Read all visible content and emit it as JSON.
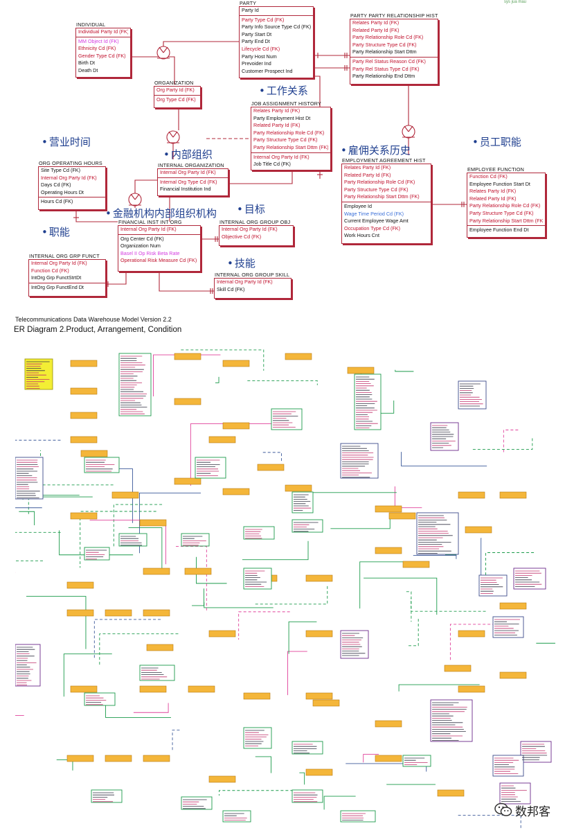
{
  "corner_note": "sys jua mau",
  "labels_cn": {
    "work_relation": "工作关系",
    "business_hours": "营业时间",
    "internal_org": "内部组织",
    "employment_history": "雇佣关系历史",
    "employee_function": "员工职能",
    "target": "目标",
    "fin_inst_org": "金融机构内部组织机构",
    "function": "职能",
    "skill": "技能"
  },
  "entities": {
    "party": {
      "title": "PARTY",
      "pk": [
        "Party Id"
      ],
      "attrs": [
        {
          "t": "Party Type Cd (FK)",
          "k": "fk"
        },
        {
          "t": "Party Info Source Type Cd (FK)",
          "k": "plain"
        },
        {
          "t": "Party Start Dt",
          "k": "plain"
        },
        {
          "t": "Party End Dt",
          "k": "plain"
        },
        {
          "t": "Lifecycle Cd (FK)",
          "k": "fk"
        },
        {
          "t": "Party Host Num",
          "k": "plain"
        },
        {
          "t": "Prevoider Ind",
          "k": "plain"
        },
        {
          "t": "Customer Prospect Ind",
          "k": "plain"
        }
      ]
    },
    "individual": {
      "title": "INDIVIDUAL",
      "pk": [
        "Individual Party Id (FK)"
      ],
      "attrs": [
        {
          "t": "MM Object Id (FK)",
          "k": "mag"
        },
        {
          "t": "Ethnicity Cd (FK)",
          "k": "fk"
        },
        {
          "t": "Gender Type Cd (FK)",
          "k": "fk"
        },
        {
          "t": "Birth Dt",
          "k": "plain"
        },
        {
          "t": "Death Dt",
          "k": "plain"
        }
      ]
    },
    "ppr_hist": {
      "title": "PARTY PARTY RELATIONSHIP HIST",
      "pk": [
        "Relates Party Id (FK)",
        "Related Party Id (FK)",
        "Party Relationship Role Cd (FK)",
        "Party Structure Type Cd (FK)",
        "Party Relationship Start Dttm"
      ],
      "attrs": [
        {
          "t": "Party Rel Status Reason Cd (FK)",
          "k": "fk"
        },
        {
          "t": "Party Rel Status Type Cd (FK)",
          "k": "fk"
        },
        {
          "t": "Party Relationship End Dttm",
          "k": "plain"
        }
      ]
    },
    "organization": {
      "title": "ORGANIZATION",
      "pk": [
        "Org Party Id (FK)"
      ],
      "attrs": [
        {
          "t": "Org Type Cd (FK)",
          "k": "fk"
        }
      ]
    },
    "job_assign": {
      "title": "JOB ASSIGNMENT HISTORY",
      "pk": [
        "Relates Party Id (FK)",
        "Party Employment Hist Dt",
        "Related Party Id (FK)",
        "Party Relationship Role Cd (FK)",
        "Party Structure Type Cd (FK)",
        "Party Relationship Start Dttm (FK)"
      ],
      "attrs": [
        {
          "t": "Internal Org Party Id (FK)",
          "k": "fk"
        },
        {
          "t": "Job Title Cd (FK)",
          "k": "plain"
        }
      ]
    },
    "emp_agree": {
      "title": "EMPLOYMENT AGREEMENT HIST",
      "pk": [
        "Relates Party Id (FK)",
        "Related Party Id (FK)",
        "Party Relationship Role Cd (FK)",
        "Party Structure Type Cd (FK)",
        "Party Relationship Start Dttm (FK)"
      ],
      "attrs": [
        {
          "t": "Employee Id",
          "k": "plain"
        },
        {
          "t": "Wage Time Period Cd (FK)",
          "k": "blu"
        },
        {
          "t": "Current Employee Wage Amt",
          "k": "plain"
        },
        {
          "t": "Occupation Type Cd (FK)",
          "k": "fk"
        },
        {
          "t": "Work Hours Cnt",
          "k": "plain"
        }
      ]
    },
    "emp_func": {
      "title": "EMPLOYEE FUNCTION",
      "pk": [
        "Function Cd (FK)"
      ],
      "attrs": [
        {
          "t": "Employee Function Start Dt",
          "k": "plain"
        },
        {
          "t": "Relates Party Id (FK)",
          "k": "fk"
        },
        {
          "t": "Related Party Id (FK)",
          "k": "fk"
        },
        {
          "t": "Party Relationship Role Cd (FK)",
          "k": "fk"
        },
        {
          "t": "Party Structure Type Cd (FK)",
          "k": "fk"
        },
        {
          "t": "Party Relationship Start Dttm (FK)",
          "k": "fk"
        },
        {
          "t": "Employee Function End Dt",
          "k": "plain"
        }
      ]
    },
    "org_hours": {
      "title": "ORG OPERATING HOURS",
      "pk": [
        "Site Type Cd (FK)",
        "Internal Org Party Id (FK)",
        "Days Cd (FK)",
        "Operating Hours Dt"
      ],
      "attrs": [
        {
          "t": "Hours Cd (FK)",
          "k": "plain"
        }
      ]
    },
    "internal_org": {
      "title": "INTERNAL ORGANIZATION",
      "pk": [
        "Internal Org Party Id (FK)"
      ],
      "attrs": [
        {
          "t": "Internal Org Type Cd (FK)",
          "k": "fk"
        },
        {
          "t": "Financial Institution Ind",
          "k": "plain"
        }
      ]
    },
    "fin_inst": {
      "title": "FINANCIAL INST INT ORG",
      "pk": [
        "Internal Org Party Id (FK)"
      ],
      "attrs": [
        {
          "t": "Org Center Cd (FK)",
          "k": "plain"
        },
        {
          "t": "Organization Num",
          "k": "plain"
        },
        {
          "t": "Basel II Op Risk Beta Rate",
          "k": "mag"
        },
        {
          "t": "Operational Risk Measure Cd (FK)",
          "k": "fk"
        }
      ]
    },
    "grp_obj": {
      "title": "INTERNAL ORG GROUP OBJ",
      "pk": [
        "Internal Org Party Id (FK)",
        "Objective Cd (FK)"
      ],
      "attrs": []
    },
    "grp_funct": {
      "title": "INTERNAL ORG GRP FUNCT",
      "pk": [
        "Internal Org Party Id (FK)",
        "Function Cd (FK)",
        "IntOrg Grp FunctStrtDt"
      ],
      "attrs": [
        {
          "t": "IntOrg Grp FunctEnd Dt",
          "k": "plain"
        }
      ]
    },
    "grp_skill": {
      "title": "INTERNAL ORG GROUP SKILL",
      "pk": [
        "Internal Org Party Id (FK)",
        "Skill Cd (FK)"
      ],
      "attrs": []
    }
  },
  "caption": {
    "line1": "Telecommunications Data Warehouse Model  Version 2.2",
    "line2": "ER Diagram 2.Product, Arrangement,  Condition"
  },
  "watermark": {
    "text": "数邦客",
    "icon": "wechat-icon"
  },
  "colors": {
    "entity_border": "#b0273a",
    "label_cn": "#1f3f8f",
    "green_line": "#1a9a4a",
    "pink_line": "#e0409a",
    "orange_box": "#f4b63a"
  }
}
